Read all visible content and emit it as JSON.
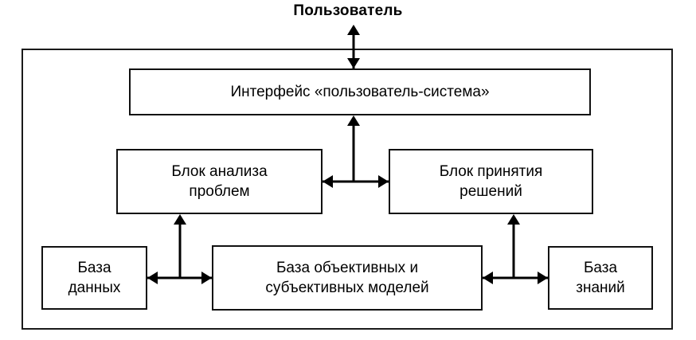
{
  "diagram": {
    "title": "Пользователь",
    "external_actor": "Пользователь",
    "boundary_label": "",
    "nodes": {
      "interface": "Интерфейс «пользователь-система»",
      "analysis": "Блок анализа\nпроблем",
      "decision": "Блок принятия\nрешений",
      "database": "База\nданных",
      "models": "База объективных и\nсубъективных моделей",
      "knowledge": "База\nзнаний"
    },
    "connections": [
      {
        "name": "user-to-interface",
        "from": "Пользователь",
        "to": "Интерфейс «пользователь-система»",
        "direction": "bidirectional",
        "orientation": "vertical"
      },
      {
        "name": "analysis-decision",
        "from": "Блок анализа проблем",
        "to": "Блок принятия решений",
        "direction": "bidirectional",
        "orientation": "horizontal"
      },
      {
        "name": "blocks-to-interface",
        "from": "Блок анализа проблем / Блок принятия решений",
        "to": "Интерфейс «пользователь-система»",
        "direction": "up",
        "orientation": "vertical"
      },
      {
        "name": "database-models",
        "from": "База данных",
        "to": "База объективных и субъективных моделей",
        "direction": "bidirectional",
        "orientation": "horizontal"
      },
      {
        "name": "models-knowledge",
        "from": "База объективных и субъективных моделей",
        "to": "База знаний",
        "direction": "bidirectional",
        "orientation": "horizontal"
      },
      {
        "name": "data-layer-to-analysis",
        "from": "База данных / База объективных и субъективных моделей",
        "to": "Блок анализа проблем",
        "direction": "up",
        "orientation": "vertical"
      },
      {
        "name": "data-layer-to-decision",
        "from": "База объективных и субъективных моделей / База знаний",
        "to": "Блок принятия решений",
        "direction": "up",
        "orientation": "vertical"
      }
    ],
    "colors": {
      "background": "#ffffff",
      "stroke": "#000000",
      "boundary_stroke": "#1a1a1a",
      "text": "#000000"
    }
  }
}
